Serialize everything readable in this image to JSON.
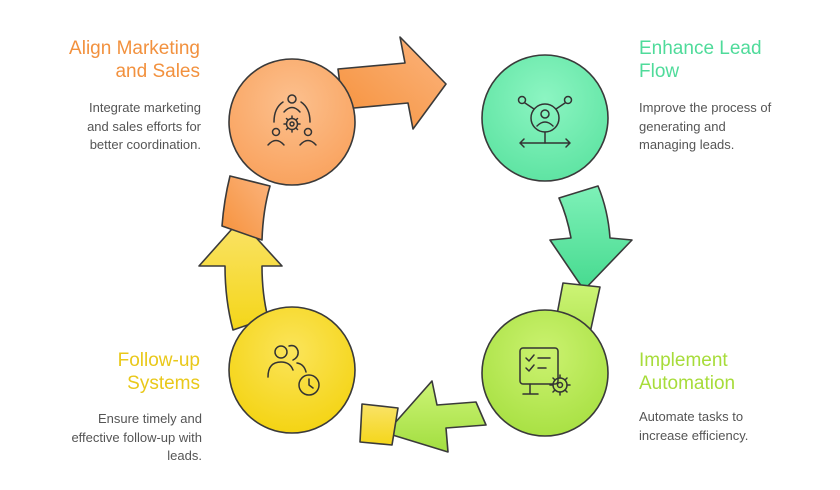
{
  "colors": {
    "orange": "#F2913E",
    "green": "#4FDB9A",
    "lime": "#B5E84C",
    "yellow": "#F2D31C",
    "text_gray": "#555555"
  },
  "steps": {
    "align": {
      "title_lines": [
        "Align Marketing",
        "and Sales"
      ],
      "desc_lines": [
        "Integrate marketing",
        "and sales efforts for",
        "better coordination."
      ],
      "icon": "team-gear-icon"
    },
    "lead": {
      "title_lines": [
        "Enhance Lead",
        "Flow"
      ],
      "desc_lines": [
        "Improve the process of",
        "generating and",
        "managing leads."
      ],
      "icon": "person-network-icon"
    },
    "automation": {
      "title_lines": [
        "Implement",
        "Automation"
      ],
      "desc_lines": [
        "Automate tasks to",
        "increase efficiency."
      ],
      "icon": "checklist-gear-icon"
    },
    "followup": {
      "title_lines": [
        "Follow-up",
        "Systems"
      ],
      "desc_lines": [
        "Ensure timely and",
        "effective follow-up with",
        "leads."
      ],
      "icon": "users-clock-icon"
    }
  }
}
